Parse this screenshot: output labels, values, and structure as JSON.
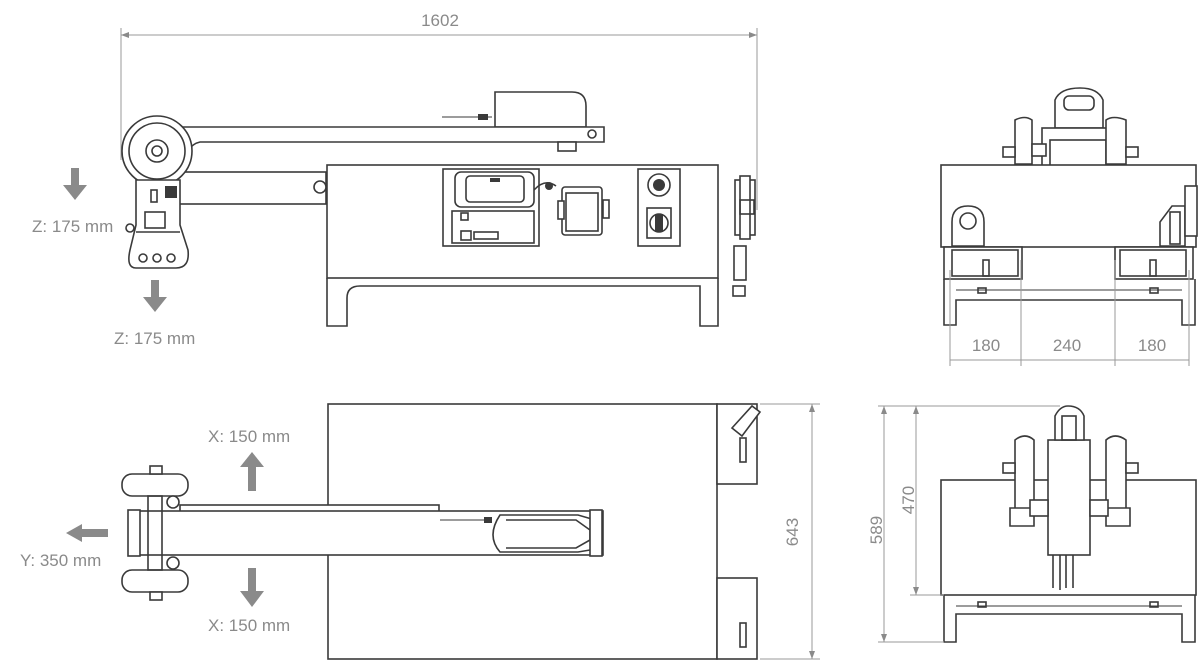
{
  "dimensions": {
    "overall_length": "1602",
    "front_left": "180",
    "front_middle": "240",
    "front_right": "180",
    "plan_width": "643",
    "rear_height": "589",
    "rear_inner_height": "470"
  },
  "axes": {
    "z_up": "Z: 175 mm",
    "z_down": "Z: 175 mm",
    "x_up": "X: 150 mm",
    "x_down": "X: 150 mm",
    "y_left": "Y: 350 mm"
  },
  "colors": {
    "line": "#3a3a3a",
    "dimension": "#8a8a8a",
    "arrow": "#8a8a8a"
  }
}
